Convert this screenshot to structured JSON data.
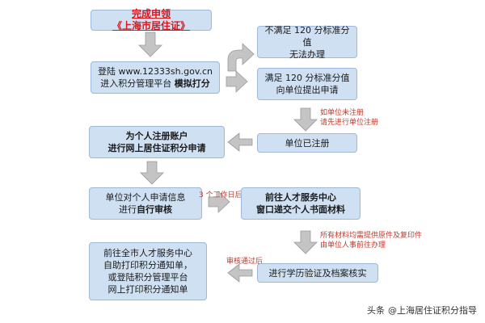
{
  "steps": {
    "complete": {
      "prefix": "完成申领",
      "highlight": "《上海市居住证》"
    },
    "login": {
      "line1": "登陆 www.12333sh.gov.cn",
      "line2_normal": "进入积分管理平台",
      "line2_bold": "模拟打分"
    },
    "not_meet": {
      "line1": "不满足 120 分标准分值",
      "line2": "无法办理"
    },
    "meet": {
      "line1": "满足 120 分标准分值",
      "line2": "向单位提出申请"
    },
    "registered": {
      "text": "单位已注册"
    },
    "register_account": {
      "line1": "为个人注册账户",
      "line2": "进行网上居住证积分申请"
    },
    "unit_review": {
      "line1": "单位对个人申请信息",
      "line2_normal": "进行",
      "line2_bold": "自行审核"
    },
    "submit": {
      "line1": "前往人才服务中心",
      "line2": "窗口递交个人书面材料"
    },
    "verify": {
      "text": "进行学历验证及档案核实"
    },
    "print": {
      "line1": "前往全市人才服务中心",
      "line2": "自助打印积分通知单，",
      "line3": "或登陆积分管理平台",
      "line4": "网上打印积分通知单"
    }
  },
  "notes": {
    "unit_not_registered": {
      "line1": "如单位未注册",
      "line2": "请先进行单位注册"
    },
    "three_days": "3 个工作日后",
    "materials": {
      "line1": "所有材料均需提供原件及复印件",
      "line2": "由单位人事前往办理"
    },
    "approved": "审核通过后"
  },
  "watermark": {
    "prefix": "头条",
    "account": "@上海居住证积分指导"
  },
  "colors": {
    "box_fill": "#cfe0f3",
    "box_border": "#9db8da",
    "arrow": "#c4c4c4",
    "red": "#d8161c"
  }
}
